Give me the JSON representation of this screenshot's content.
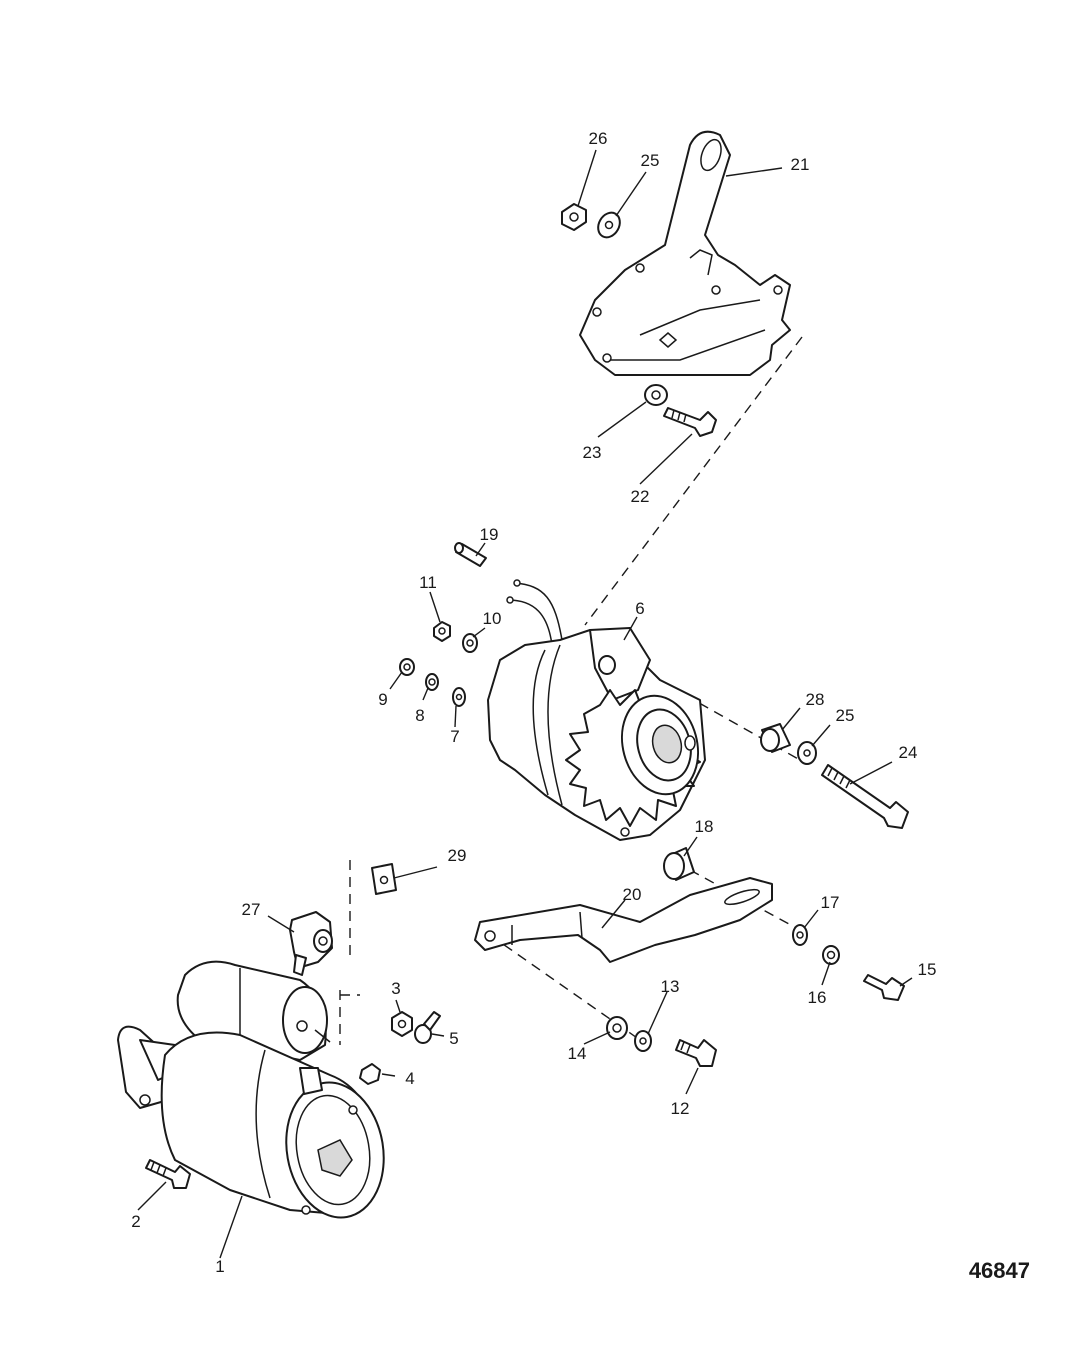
{
  "figure_number": "46847",
  "callouts": [
    {
      "id": "c1",
      "label": "1"
    },
    {
      "id": "c2",
      "label": "2"
    },
    {
      "id": "c3",
      "label": "3"
    },
    {
      "id": "c4",
      "label": "4"
    },
    {
      "id": "c5",
      "label": "5"
    },
    {
      "id": "c6",
      "label": "6"
    },
    {
      "id": "c7",
      "label": "7"
    },
    {
      "id": "c8",
      "label": "8"
    },
    {
      "id": "c9",
      "label": "9"
    },
    {
      "id": "c10",
      "label": "10"
    },
    {
      "id": "c11",
      "label": "11"
    },
    {
      "id": "c12",
      "label": "12"
    },
    {
      "id": "c13",
      "label": "13"
    },
    {
      "id": "c14",
      "label": "14"
    },
    {
      "id": "c15",
      "label": "15"
    },
    {
      "id": "c16",
      "label": "16"
    },
    {
      "id": "c17",
      "label": "17"
    },
    {
      "id": "c18",
      "label": "18"
    },
    {
      "id": "c19",
      "label": "19"
    },
    {
      "id": "c20",
      "label": "20"
    },
    {
      "id": "c21",
      "label": "21"
    },
    {
      "id": "c22",
      "label": "22"
    },
    {
      "id": "c23",
      "label": "23"
    },
    {
      "id": "c24",
      "label": "24"
    },
    {
      "id": "c25a",
      "label": "25"
    },
    {
      "id": "c25b",
      "label": "25"
    },
    {
      "id": "c26",
      "label": "26"
    },
    {
      "id": "c27",
      "label": "27"
    },
    {
      "id": "c28",
      "label": "28"
    },
    {
      "id": "c29",
      "label": "29"
    }
  ]
}
